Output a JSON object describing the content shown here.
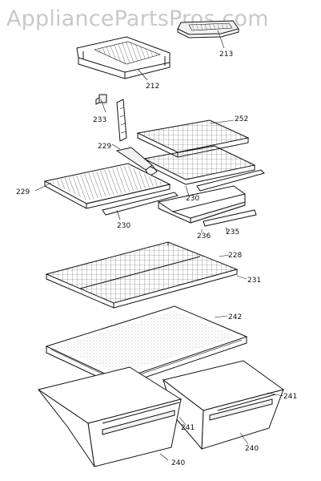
{
  "watermark": "AppliancePartsPros.com",
  "callouts": {
    "c213": "213",
    "c212": "212",
    "c233": "233",
    "c252": "252",
    "c229a": "229",
    "c229b": "229",
    "c230a": "230",
    "c230b": "230",
    "c236": "236",
    "c235": "235",
    "c228": "228",
    "c231": "231",
    "c242": "242",
    "c241a": "241",
    "c241b": "241",
    "c240a": "240",
    "c240b": "240"
  }
}
